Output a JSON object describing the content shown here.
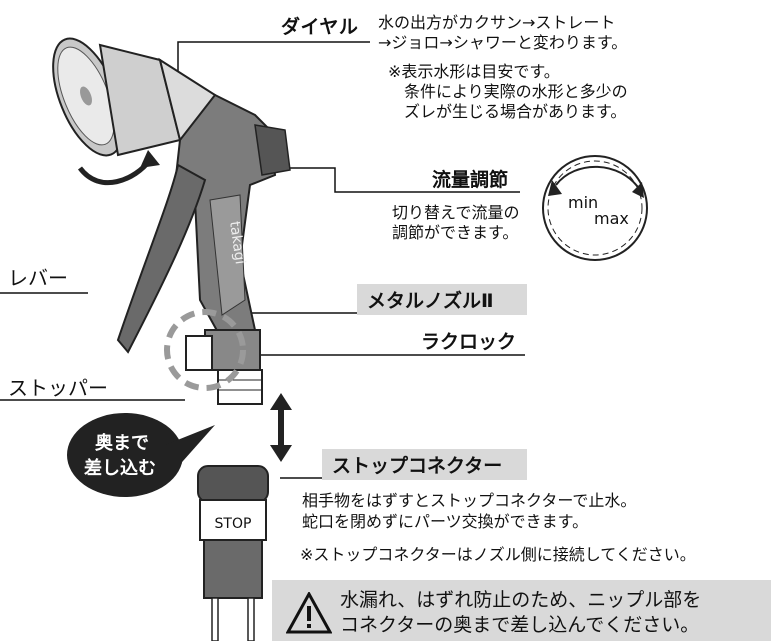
{
  "labels": {
    "dial": "ダイヤル",
    "dial_desc": [
      "水の出方がカクサン→ストレート",
      "→ジョロ→シャワーと変わります。"
    ],
    "dial_note": [
      "※表示水形は目安です。",
      "条件により実際の水形と多少の",
      "ズレが生じる場合があります。"
    ],
    "flow": "流量調節",
    "flow_desc": [
      "切り替えで流量の",
      "調節ができます。"
    ],
    "knob_min": "min",
    "knob_max": "max",
    "lever": "レバー",
    "product": "メタルノズルⅡ",
    "rakulock": "ラクロック",
    "stopper": "ストッパー",
    "bubble": [
      "奥まで",
      "差し込む"
    ],
    "connector": "ストップコネクター",
    "connector_desc": [
      "相手物をはずすとストップコネクターで止水。",
      "蛇口を閉めずにパーツ交換ができます。"
    ],
    "connector_note": "※ストップコネクターはノズル側に接続してください。",
    "stop_mark": "STOP",
    "brand": "takagi",
    "warning": [
      "水漏れ、はずれ防止のため、ニップル部を",
      "コネクターの奥まで差し込んでください。"
    ]
  },
  "icons": [
    "warning-icon",
    "rotation-arrow-icon",
    "double-arrow-icon"
  ],
  "colors": {
    "label_bg": "#d9d9d9",
    "line": "#111111"
  }
}
